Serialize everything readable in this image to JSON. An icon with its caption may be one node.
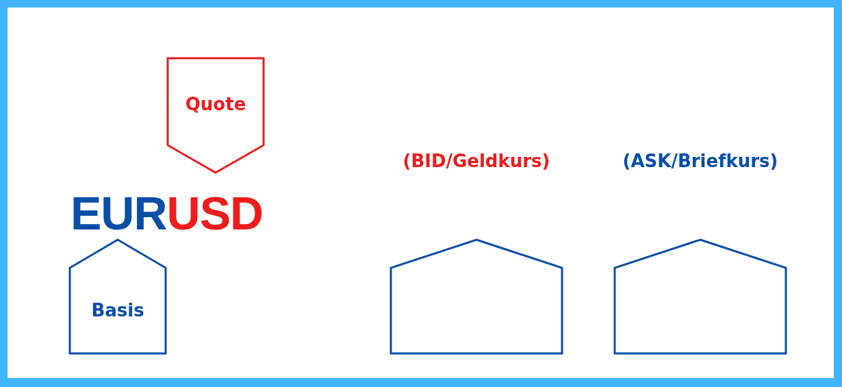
{
  "diagram": {
    "nodes": [
      {
        "text": [
          "Quote"
        ]
      },
      {
        "text": [
          "Basis"
        ]
      },
      {
        "text": [],
        "shape": "pentagon",
        "beside": [
          "(BID/Geldkurs)"
        ]
      },
      {
        "text": [],
        "shape": "pentagon",
        "beside": [
          "(ASK/Briefkurs)"
        ]
      }
    ],
    "labels": [
      "EUR",
      "USD"
    ]
  }
}
